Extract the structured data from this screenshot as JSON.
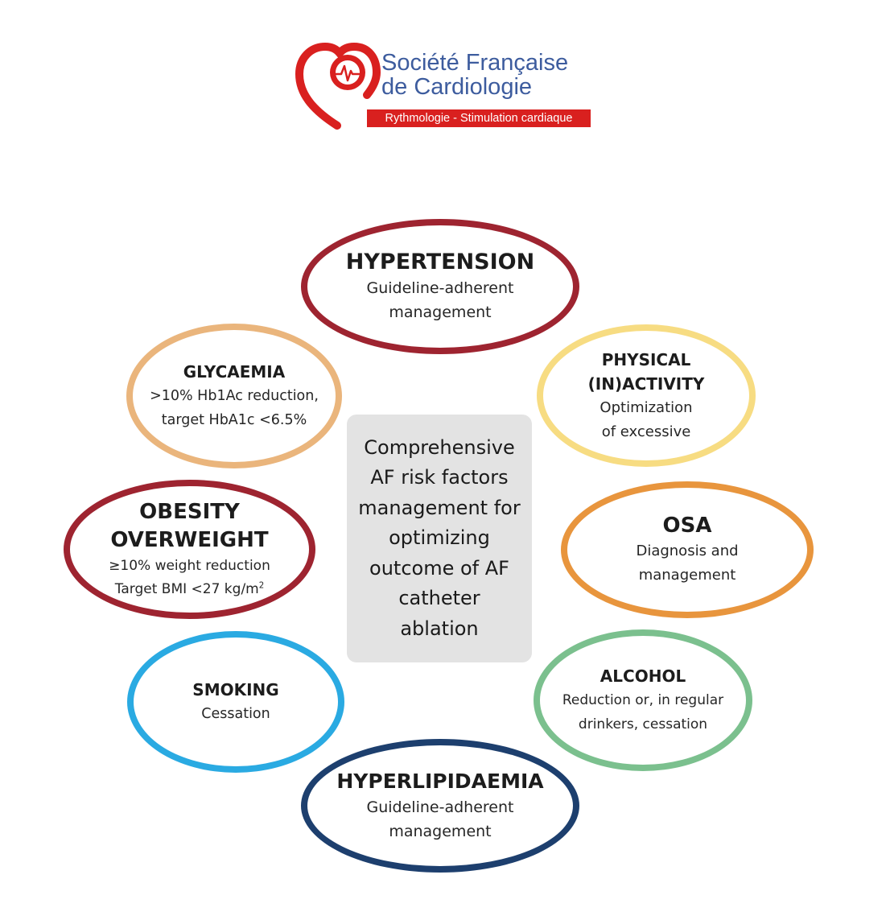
{
  "logo": {
    "line1": "Société Française",
    "line2": "de Cardiologie",
    "bar": "Rythmologie - Stimulation cardiaque"
  },
  "center": {
    "text": "Comprehensive AF risk factors management for optimizing outcome of AF catheter ablation"
  },
  "factors": {
    "hypertension": {
      "title": "HYPERTENSION",
      "line1": "Guideline-adherent",
      "line2": "management",
      "color": "#9e2430"
    },
    "glycaemia": {
      "title": "GLYCAEMIA",
      "line1": ">10% Hb1Ac reduction,",
      "line2": "target HbA1c <6.5%",
      "color": "#eab57c"
    },
    "physical": {
      "title1": "PHYSICAL",
      "title2": "(IN)ACTIVITY",
      "line1": "Optimization",
      "line2": "of excessive",
      "color": "#f7dc82"
    },
    "obesity": {
      "title1": "OBESITY",
      "title2": "OVERWEIGHT",
      "line1": "≥10% weight reduction",
      "line2": "Target BMI <27 kg/m",
      "sup": "2",
      "color": "#9e2430"
    },
    "osa": {
      "title": "OSA",
      "line1": "Diagnosis and",
      "line2": "management",
      "color": "#e8953d"
    },
    "smoking": {
      "title": "SMOKING",
      "line1": "Cessation",
      "color": "#2aaae2"
    },
    "alcohol": {
      "title": "ALCOHOL",
      "line1": "Reduction or, in regular",
      "line2": "drinkers, cessation",
      "color": "#7bc08e"
    },
    "hyperlipidaemia": {
      "title": "HYPERLIPIDAEMIA",
      "line1": "Guideline-adherent",
      "line2": "management",
      "color": "#1d3f6e"
    }
  }
}
